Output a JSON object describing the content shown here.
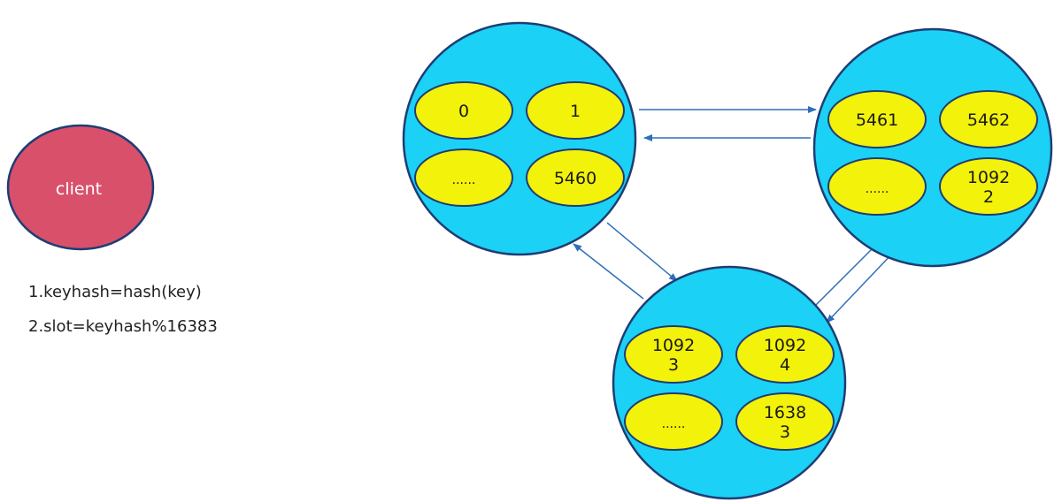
{
  "client": {
    "label": "client"
  },
  "formulas": [
    "1.keyhash=hash(key)",
    "2.slot=keyhash%16383"
  ],
  "nodes": [
    {
      "slots": [
        [
          "0"
        ],
        [
          "1"
        ],
        [
          "......"
        ],
        [
          "5460"
        ]
      ]
    },
    {
      "slots": [
        [
          "5461"
        ],
        [
          "5462"
        ],
        [
          "......"
        ],
        [
          "1092",
          "2"
        ]
      ]
    },
    {
      "slots": [
        [
          "1092",
          "3"
        ],
        [
          "1092",
          "4"
        ],
        [
          "......"
        ],
        [
          "1638",
          "3"
        ]
      ]
    }
  ],
  "colors": {
    "client_fill": "#d9506b",
    "node_fill": "#1bd1f5",
    "slot_fill": "#f2f20a",
    "stroke": "#1f3d73",
    "arrow": "#2f6fb8"
  }
}
